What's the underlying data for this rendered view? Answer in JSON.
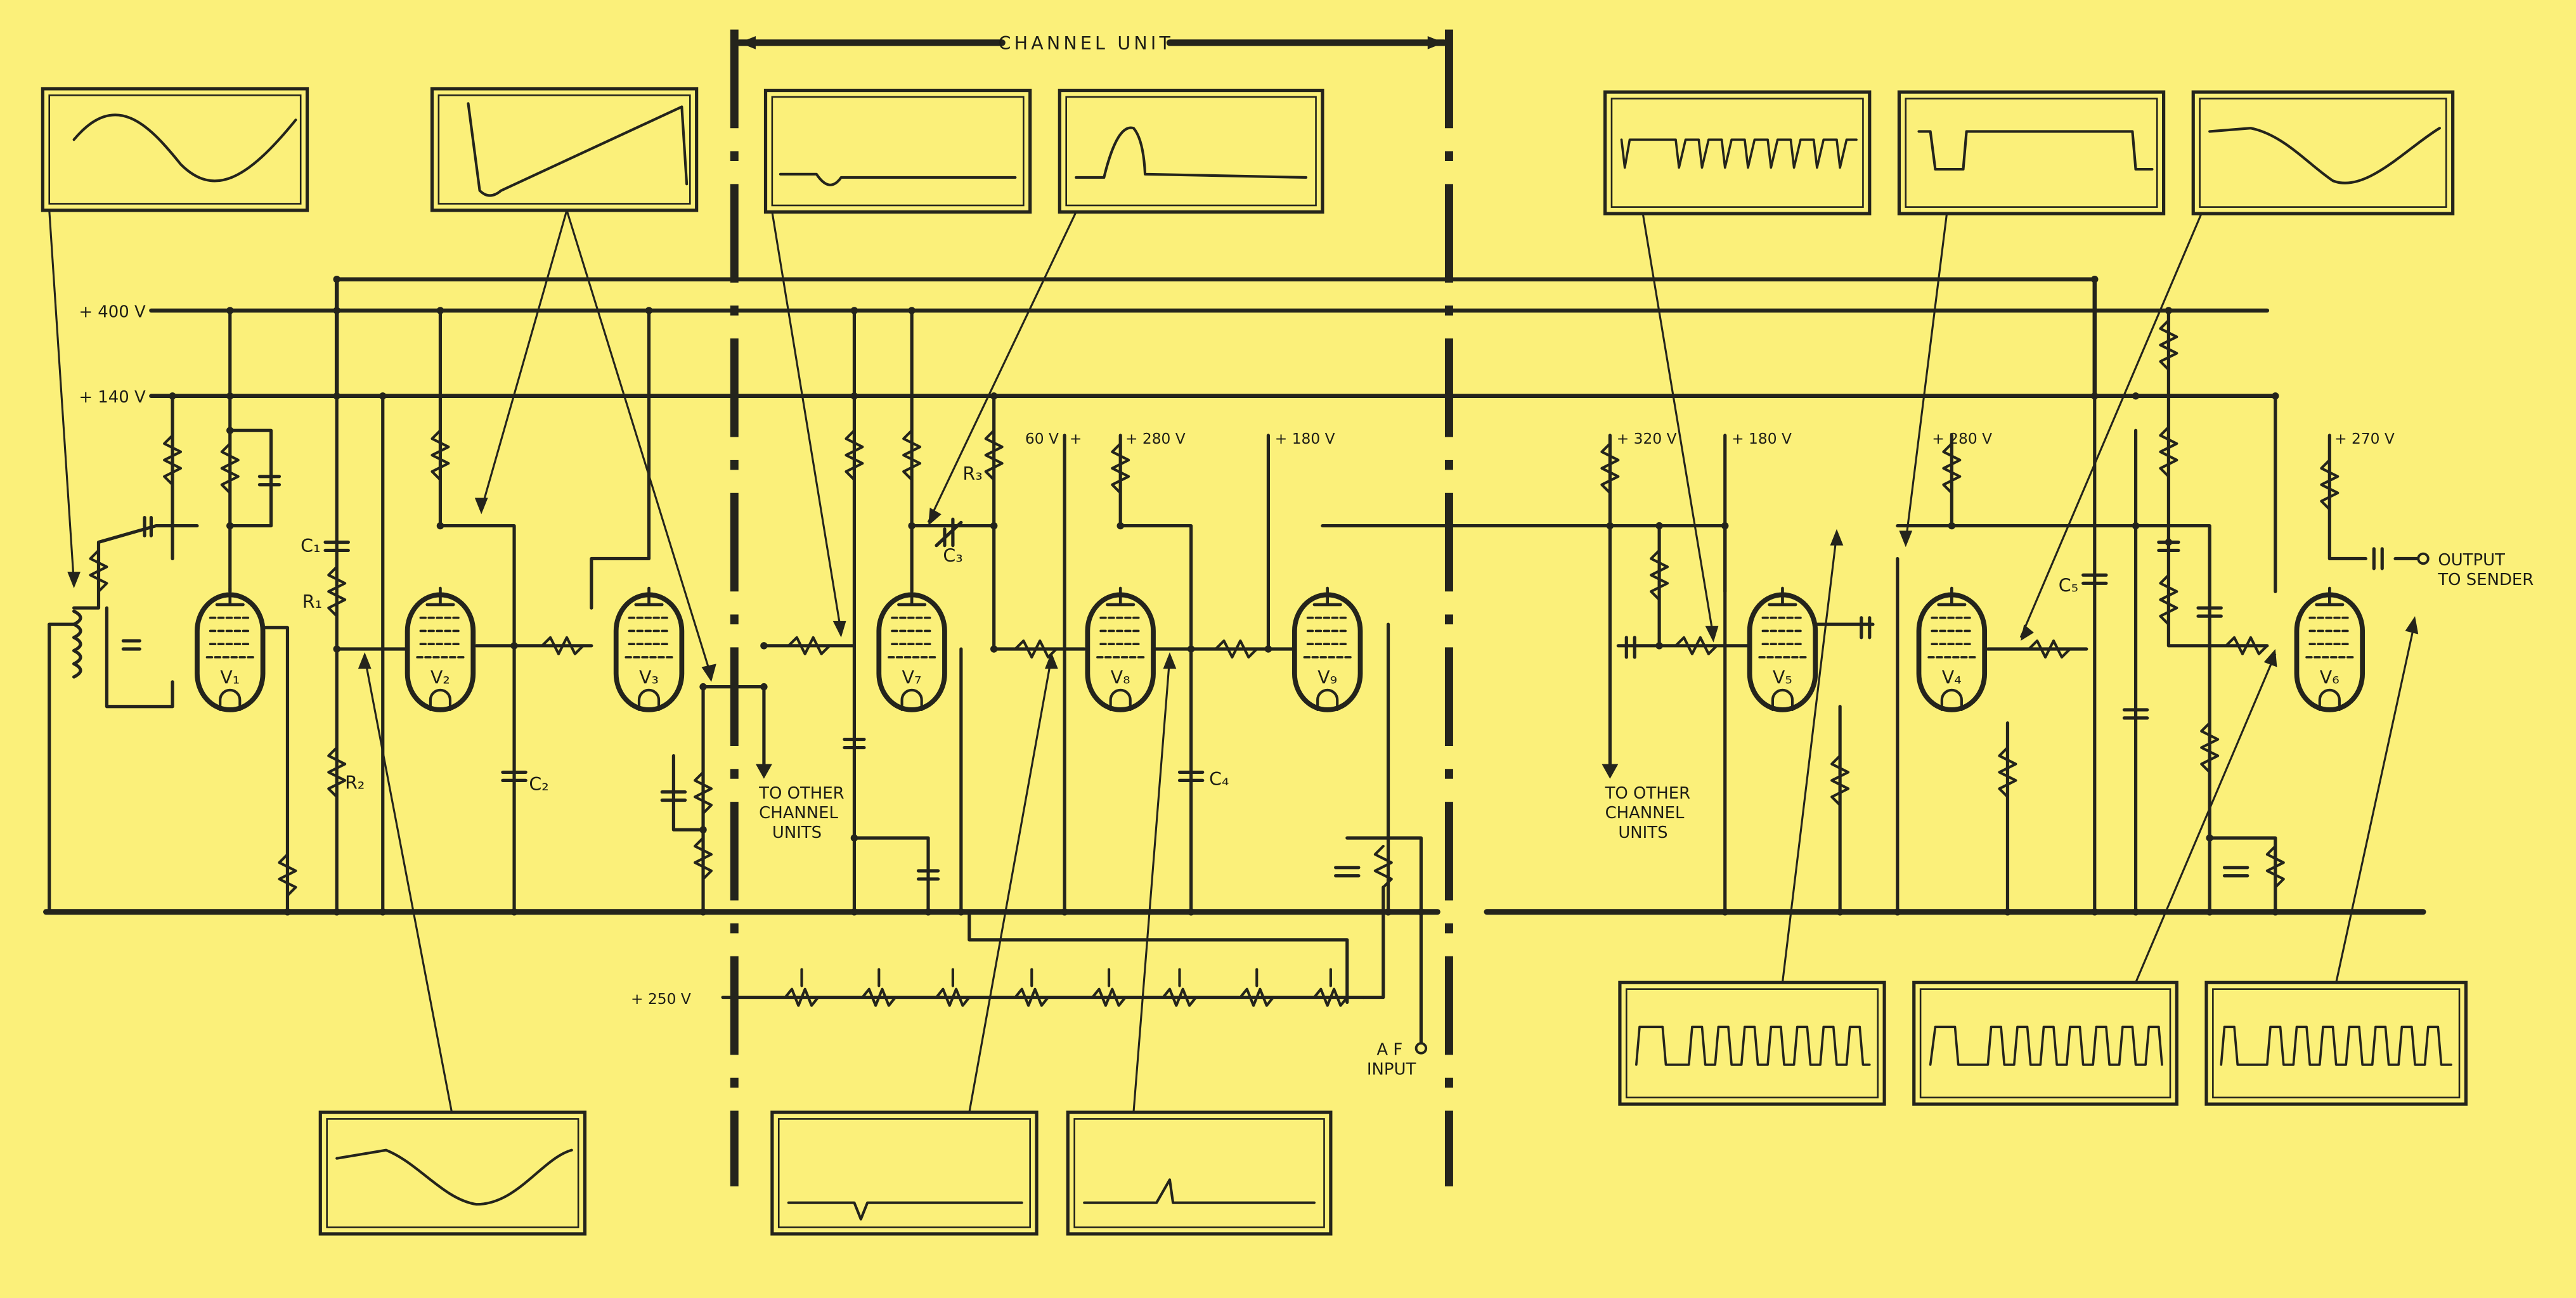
{
  "header": {
    "channel_unit": "CHANNEL UNIT"
  },
  "supply": {
    "v400": "+ 400 V",
    "v140": "+ 140 V",
    "v250": "+ 250 V",
    "v60": "60 V",
    "v60_plus": "+",
    "v280a": "+ 280 V",
    "v180a": "+ 180 V",
    "v320": "+ 320 V",
    "v180b": "+ 180 V",
    "v280b": "+ 280 V",
    "v270": "+ 270 V"
  },
  "components": {
    "c1": "C₁",
    "c2": "C₂",
    "c3": "C₃",
    "c4": "C₄",
    "c5": "C₅",
    "r1": "R₁",
    "r2": "R₂",
    "r3": "R₃"
  },
  "tubes": {
    "v1": "V₁",
    "v2": "V₂",
    "v3": "V₃",
    "v7": "V₇",
    "v8": "V₈",
    "v9": "V₉",
    "v5": "V₅",
    "v4": "V₄",
    "v6": "V₆"
  },
  "notes": {
    "to_other_1": "TO OTHER",
    "to_other_2": "CHANNEL",
    "to_other_3": "UNITS",
    "af_1": "A F",
    "af_2": "INPUT",
    "out_1": "OUTPUT",
    "out_2": "TO SENDER"
  }
}
